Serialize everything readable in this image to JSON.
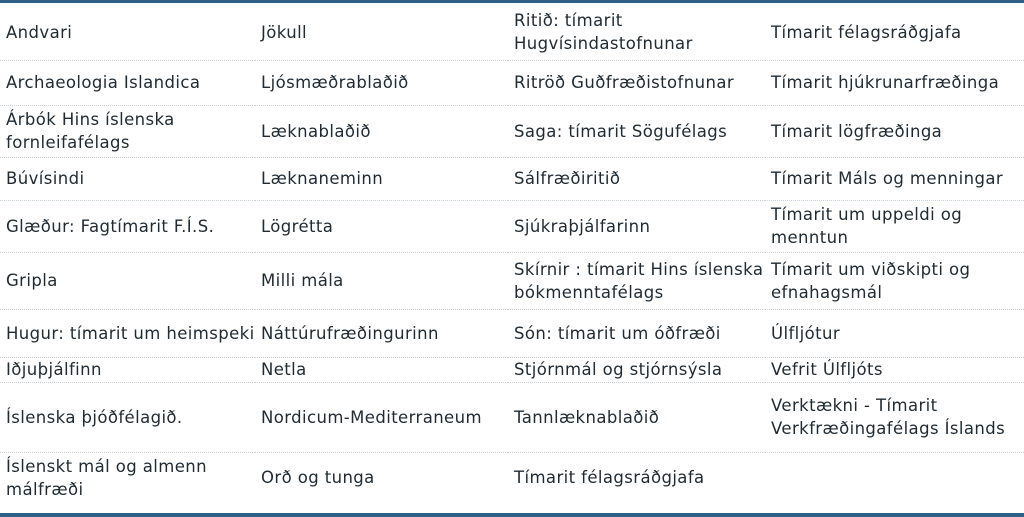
{
  "journal_table": {
    "rows": [
      [
        "Andvari",
        "Jökull",
        "Ritið: tímarit Hugvísindastofnunar",
        "Tímarit félagsráðgjafa"
      ],
      [
        "Archaeologia Islandica",
        "Ljósmæðrablaðið",
        "Ritröð Guðfræðistofnunar",
        "Tímarit hjúkrunarfræðinga"
      ],
      [
        "Árbók Hins íslenska fornleifafélags",
        "Læknablaðið",
        "Saga: tímarit Sögufélags",
        "Tímarit lögfræðinga"
      ],
      [
        "Búvísindi",
        "Læknaneminn",
        "Sálfræðiritið",
        "Tímarit Máls og menningar"
      ],
      [
        "Glæður: Fagtímarit F.Í.S.",
        "Lögrétta",
        "Sjúkraþjálfarinn",
        "Tímarit um uppeldi og menntun"
      ],
      [
        "Gripla",
        "Milli mála",
        "Skírnir : tímarit Hins íslenska bókmenntafélags",
        "Tímarit um viðskipti og efnahagsmál"
      ],
      [
        "Hugur: tímarit um heimspeki",
        "Náttúrufræðingurinn",
        "Són: tímarit um óðfræði",
        "Úlfljótur"
      ],
      [
        "Iðjuþjálfinn",
        "Netla",
        "Stjórnmál og stjórnsýsla",
        "Vefrit Úlfljóts"
      ],
      [
        "Íslenska þjóðfélagið.",
        "Nordicum-Mediterraneum",
        "Tannlæknablaðið",
        "Verktækni - Tímarit Verkfræðingafélags Íslands"
      ],
      [
        "Íslenskt mál og almenn málfræði",
        "Orð og tunga",
        "Tímarit félagsráðgjafa",
        ""
      ]
    ]
  },
  "colors": {
    "rule": "#2f5f86",
    "text": "#1f2a33",
    "row_separator": "#c9d2da"
  }
}
